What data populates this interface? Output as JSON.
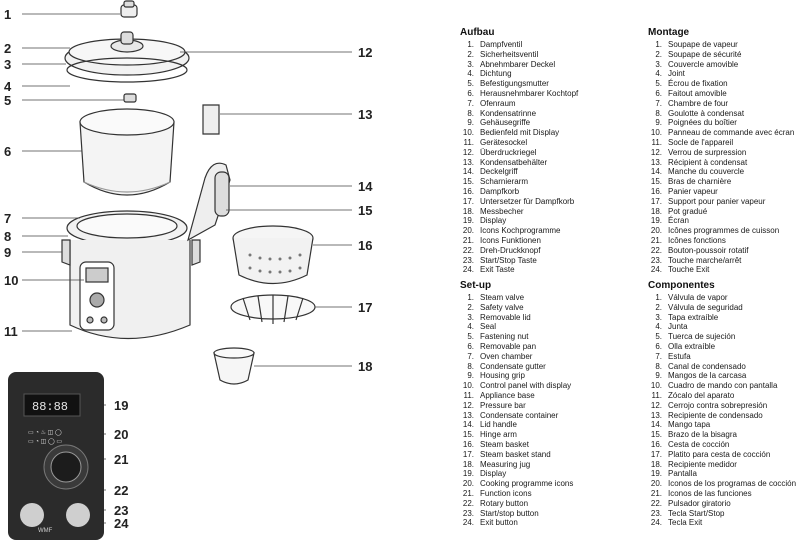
{
  "callouts": [
    "1",
    "2",
    "3",
    "4",
    "5",
    "6",
    "7",
    "8",
    "9",
    "10",
    "11",
    "12",
    "13",
    "14",
    "15",
    "16",
    "17",
    "18",
    "19",
    "20",
    "21",
    "22",
    "23",
    "24"
  ],
  "panel": {
    "display_digits": "88:88",
    "logo": "WMF"
  },
  "legend": [
    {
      "title": "Aufbau",
      "items": [
        "Dampfventil",
        "Sicherheitsventil",
        "Abnehmbarer Deckel",
        "Dichtung",
        "Befestigungsmutter",
        "Herausnehmbarer Kochtopf",
        "Ofenraum",
        "Kondensatrinne",
        "Gehäusegriffe",
        "Bedienfeld mit Display",
        "Gerätesockel",
        "Überdruckriegel",
        "Kondensatbehälter",
        "Deckelgriff",
        "Scharnierarm",
        "Dampfkorb",
        "Untersetzer für Dampfkorb",
        "Messbecher",
        "Display",
        "Icons Kochprogramme",
        "Icons Funktionen",
        "Dreh-Druckknopf",
        "Start/Stop Taste",
        "Exit Taste"
      ]
    },
    {
      "title": "Montage",
      "items": [
        "Soupape de vapeur",
        "Soupape de sécurité",
        "Couvercle amovible",
        "Joint",
        "Écrou de fixation",
        "Faitout amovible",
        "Chambre de four",
        "Goulotte à condensat",
        "Poignées du boîtier",
        "Panneau de commande avec écran",
        "Socle de l'appareil",
        "Verrou de surpression",
        "Récipient à condensat",
        "Manche du couvercle",
        "Bras de charnière",
        "Panier vapeur",
        "Support pour panier vapeur",
        "Pot gradué",
        "Écran",
        "Icônes programmes de cuisson",
        "Icônes fonctions",
        "Bouton-poussoir rotatif",
        "Touche marche/arrêt",
        "Touche Exit"
      ]
    },
    {
      "title": "Set-up",
      "items": [
        "Steam valve",
        "Safety valve",
        "Removable lid",
        "Seal",
        "Fastening nut",
        "Removable pan",
        "Oven chamber",
        "Condensate gutter",
        "Housing grip",
        "Control panel with display",
        "Appliance base",
        "Pressure bar",
        "Condensate container",
        "Lid handle",
        "Hinge arm",
        "Steam basket",
        "Steam basket stand",
        "Measuring jug",
        "Display",
        "Cooking programme icons",
        "Function icons",
        "Rotary button",
        "Start/stop button",
        "Exit button"
      ]
    },
    {
      "title": "Componentes",
      "items": [
        "Válvula de vapor",
        "Válvula de seguridad",
        "Tapa extraíble",
        "Junta",
        "Tuerca de sujeción",
        "Olla extraíble",
        "Estufa",
        "Canal de condensado",
        "Mangos de la carcasa",
        "Cuadro de mando con pantalla",
        "Zócalo del aparato",
        "Cerrojo contra sobrepresión",
        "Recipiente de condensado",
        "Mango tapa",
        "Brazo de la bisagra",
        "Cesta de cocción",
        "Platito para cesta de cocción",
        "Recipiente medidor",
        "Pantalla",
        "Iconos de los programas de cocción",
        "Iconos de las funciones",
        "Pulsador giratorio",
        "Tecla Start/Stop",
        "Tecla Exit"
      ]
    }
  ]
}
